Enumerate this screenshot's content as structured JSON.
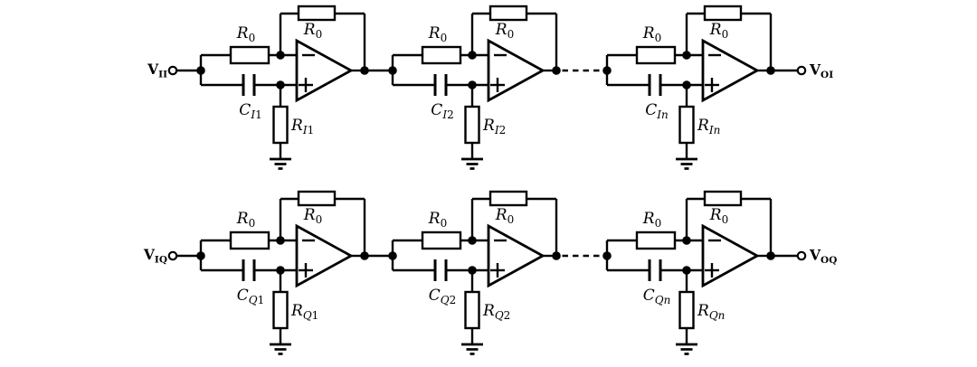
{
  "colors": {
    "background": "#ffffff",
    "ink": "#000000"
  },
  "opamp_input_marks": {
    "inverting": "-",
    "noninverting": "+"
  },
  "rows": [
    {
      "name": "in-phase-path",
      "input_terminal": {
        "base": "V",
        "sub": "II"
      },
      "output_terminal": {
        "base": "V",
        "sub": "OI"
      },
      "stages": [
        {
          "name": "stage-1",
          "input_resistor": {
            "base": "R",
            "sub": "0"
          },
          "feedback_resistor": {
            "base": "R",
            "sub": "0"
          },
          "series_capacitor": {
            "base": "C",
            "sub": "I1"
          },
          "shunt_resistor": {
            "base": "R",
            "sub": "I1"
          }
        },
        {
          "name": "stage-2",
          "input_resistor": {
            "base": "R",
            "sub": "0"
          },
          "feedback_resistor": {
            "base": "R",
            "sub": "0"
          },
          "series_capacitor": {
            "base": "C",
            "sub": "I2"
          },
          "shunt_resistor": {
            "base": "R",
            "sub": "I2"
          }
        },
        {
          "name": "stage-n",
          "input_resistor": {
            "base": "R",
            "sub": "0"
          },
          "feedback_resistor": {
            "base": "R",
            "sub": "0"
          },
          "series_capacitor": {
            "base": "C",
            "sub": "In"
          },
          "shunt_resistor": {
            "base": "R",
            "sub": "In"
          }
        }
      ]
    },
    {
      "name": "quadrature-path",
      "input_terminal": {
        "base": "V",
        "sub": "IQ"
      },
      "output_terminal": {
        "base": "V",
        "sub": "OQ"
      },
      "stages": [
        {
          "name": "stage-1",
          "input_resistor": {
            "base": "R",
            "sub": "0"
          },
          "feedback_resistor": {
            "base": "R",
            "sub": "0"
          },
          "series_capacitor": {
            "base": "C",
            "sub": "Q1"
          },
          "shunt_resistor": {
            "base": "R",
            "sub": "Q1"
          }
        },
        {
          "name": "stage-2",
          "input_resistor": {
            "base": "R",
            "sub": "0"
          },
          "feedback_resistor": {
            "base": "R",
            "sub": "0"
          },
          "series_capacitor": {
            "base": "C",
            "sub": "Q2"
          },
          "shunt_resistor": {
            "base": "R",
            "sub": "Q2"
          }
        },
        {
          "name": "stage-n",
          "input_resistor": {
            "base": "R",
            "sub": "0"
          },
          "feedback_resistor": {
            "base": "R",
            "sub": "0"
          },
          "series_capacitor": {
            "base": "C",
            "sub": "Qn"
          },
          "shunt_resistor": {
            "base": "R",
            "sub": "Qn"
          }
        }
      ]
    }
  ]
}
